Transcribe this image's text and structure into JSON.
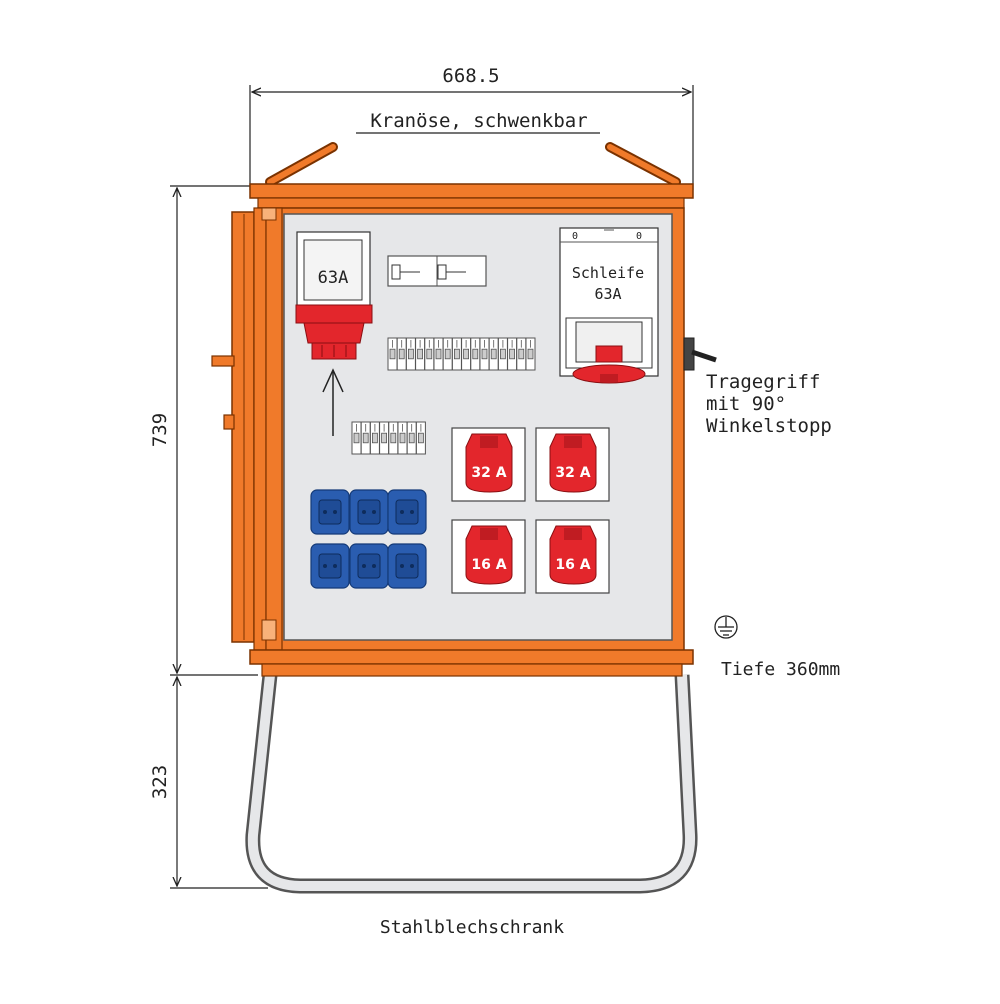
{
  "dimensions": {
    "width": "668.5",
    "height_cabinet": "739",
    "height_stand": "323"
  },
  "labels": {
    "crane_eye": "Kranöse, schwenkbar",
    "handle_line1": "Tragegriff",
    "handle_line2": "mit 90°",
    "handle_line3": "Winkelstopp",
    "depth": "Tiefe 360mm",
    "caption": "Stahlblechschrank"
  },
  "components": {
    "inlet": "63A",
    "loop_line1": "Schleife",
    "loop_line2": "63A",
    "loop_mark": "0",
    "cee_sockets": [
      "32 A",
      "32 A",
      "16 A",
      "16 A"
    ]
  },
  "colors": {
    "cabinet": "#f07a2a",
    "cabinet_dark": "#c85a10",
    "panel": "#e6e7e9",
    "cee_red": "#e3262c",
    "schuko_blue": "#2a5db0"
  },
  "icons": {
    "ground": "ground-symbol-icon"
  }
}
